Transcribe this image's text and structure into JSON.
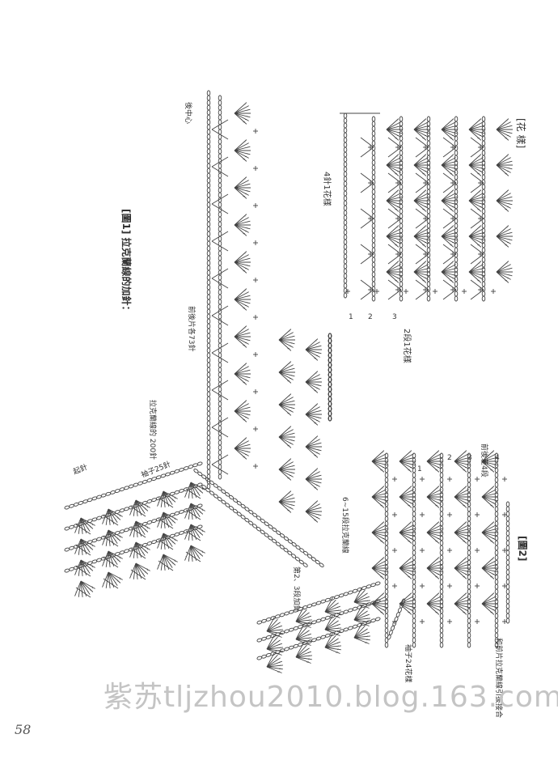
{
  "labels": {
    "pattern_title": "[花 樣]",
    "repeat_4": "4針1花樣",
    "repeat_2rows": "2段1花樣",
    "fig1_title": "[圖1] 拉克蘭線的加針：",
    "fig2_title": "[圖2]",
    "center_back": "後中心",
    "front_back_73": "前後片各73針",
    "raglan_200": "拉克蘭線的 200針",
    "cuff_25": "袖子25針",
    "start": "起針",
    "rows_6_15": "6~15段拉克蘭線",
    "rows_2_3": "第2、3段加針",
    "sleeve_24": "袖子24花樣",
    "diff_4rows": "前後差4段",
    "join": "和前片拉克蘭線引拔接合"
  },
  "row_numbers": {
    "r1": "1",
    "r2": "2",
    "r3": "3",
    "r4": "4"
  },
  "watermark": "紫苏tljzhou2010.blog.163.com",
  "page_number": "58"
}
